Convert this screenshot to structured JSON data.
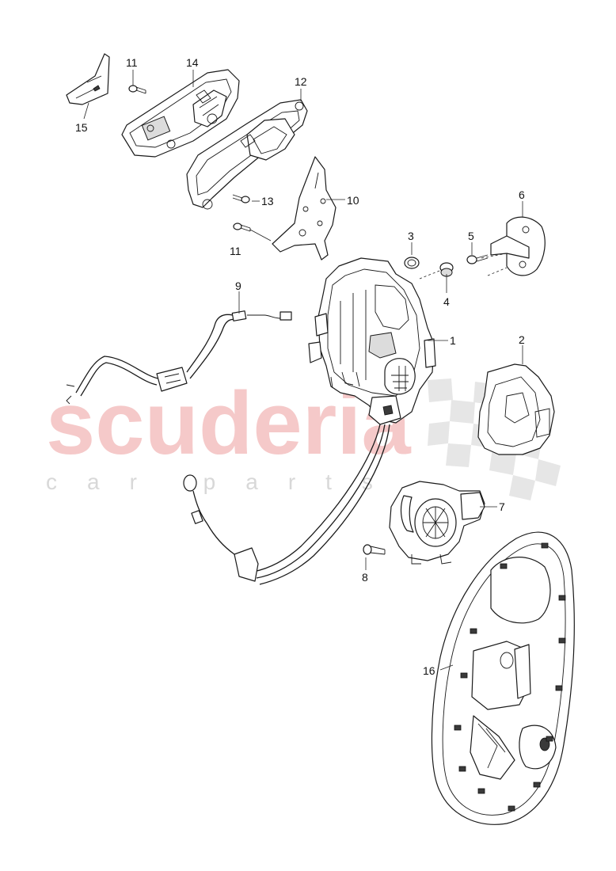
{
  "watermark": {
    "brand": "scuderia",
    "tagline": "car parts",
    "brand_color": "#f2b8b8",
    "flag_color": "#d0d0d0"
  },
  "callouts": [
    {
      "id": "c1",
      "label": "1"
    },
    {
      "id": "c2",
      "label": "2"
    },
    {
      "id": "c3",
      "label": "3"
    },
    {
      "id": "c4",
      "label": "4"
    },
    {
      "id": "c5",
      "label": "5"
    },
    {
      "id": "c6",
      "label": "6"
    },
    {
      "id": "c7",
      "label": "7"
    },
    {
      "id": "c8",
      "label": "8"
    },
    {
      "id": "c9",
      "label": "9"
    },
    {
      "id": "c10",
      "label": "10"
    },
    {
      "id": "c11a",
      "label": "11"
    },
    {
      "id": "c11b",
      "label": "11"
    },
    {
      "id": "c12",
      "label": "12"
    },
    {
      "id": "c13",
      "label": "13"
    },
    {
      "id": "c14",
      "label": "14"
    },
    {
      "id": "c15",
      "label": "15"
    },
    {
      "id": "c16",
      "label": "16"
    }
  ]
}
